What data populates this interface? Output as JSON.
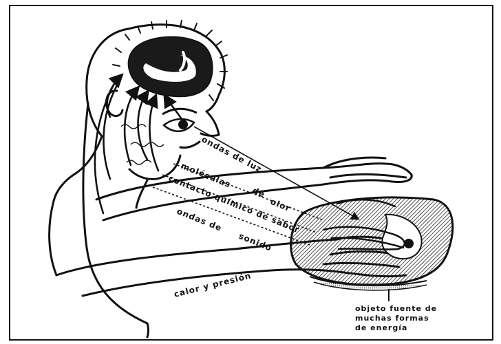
{
  "labels": {
    "luz": "ondas de luz",
    "moleculas": "moléculas",
    "de": "de",
    "olor": "olor",
    "contacto": "contacto químico de sabor",
    "ondas_sonido": "ondas de",
    "sonido": "sonido",
    "calor": "calor y presión",
    "objeto_l1": "objeto fuente de",
    "objeto_l2": "muchas formas",
    "objeto_l3": "de energía"
  }
}
